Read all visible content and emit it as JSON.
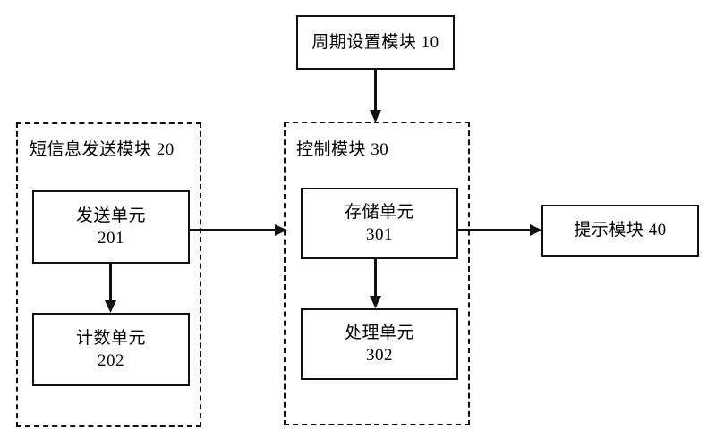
{
  "diagram": {
    "type": "block-diagram",
    "title": "",
    "background_color": "#ffffff",
    "line_color": "#111111",
    "boxes": [
      {
        "id": "period-setting-module",
        "line1": "周期设置模块 10",
        "line2": "",
        "style": "solid"
      },
      {
        "id": "sending-unit",
        "line1": "发送单元",
        "line2": "201",
        "style": "solid"
      },
      {
        "id": "counting-unit",
        "line1": "计数单元",
        "line2": "202",
        "style": "solid"
      },
      {
        "id": "storage-unit",
        "line1": "存储单元",
        "line2": "301",
        "style": "solid"
      },
      {
        "id": "processing-unit",
        "line1": "处理单元",
        "line2": "302",
        "style": "solid"
      },
      {
        "id": "prompt-module",
        "line1": "提示模块 40",
        "line2": "",
        "style": "solid"
      }
    ],
    "groups": [
      {
        "id": "sms-sending-module",
        "label": "短信息发送模块 20",
        "style": "dashed"
      },
      {
        "id": "control-module",
        "label": "控制模块 30",
        "style": "dashed"
      }
    ],
    "connections": [
      {
        "from": "period-setting-module",
        "to": "control-module",
        "direction": "down"
      },
      {
        "from": "sending-unit",
        "to": "control-module",
        "direction": "right"
      },
      {
        "from": "sending-unit",
        "to": "counting-unit",
        "direction": "down"
      },
      {
        "from": "storage-unit",
        "to": "processing-unit",
        "direction": "down"
      },
      {
        "from": "control-module",
        "to": "prompt-module",
        "direction": "right"
      }
    ]
  }
}
